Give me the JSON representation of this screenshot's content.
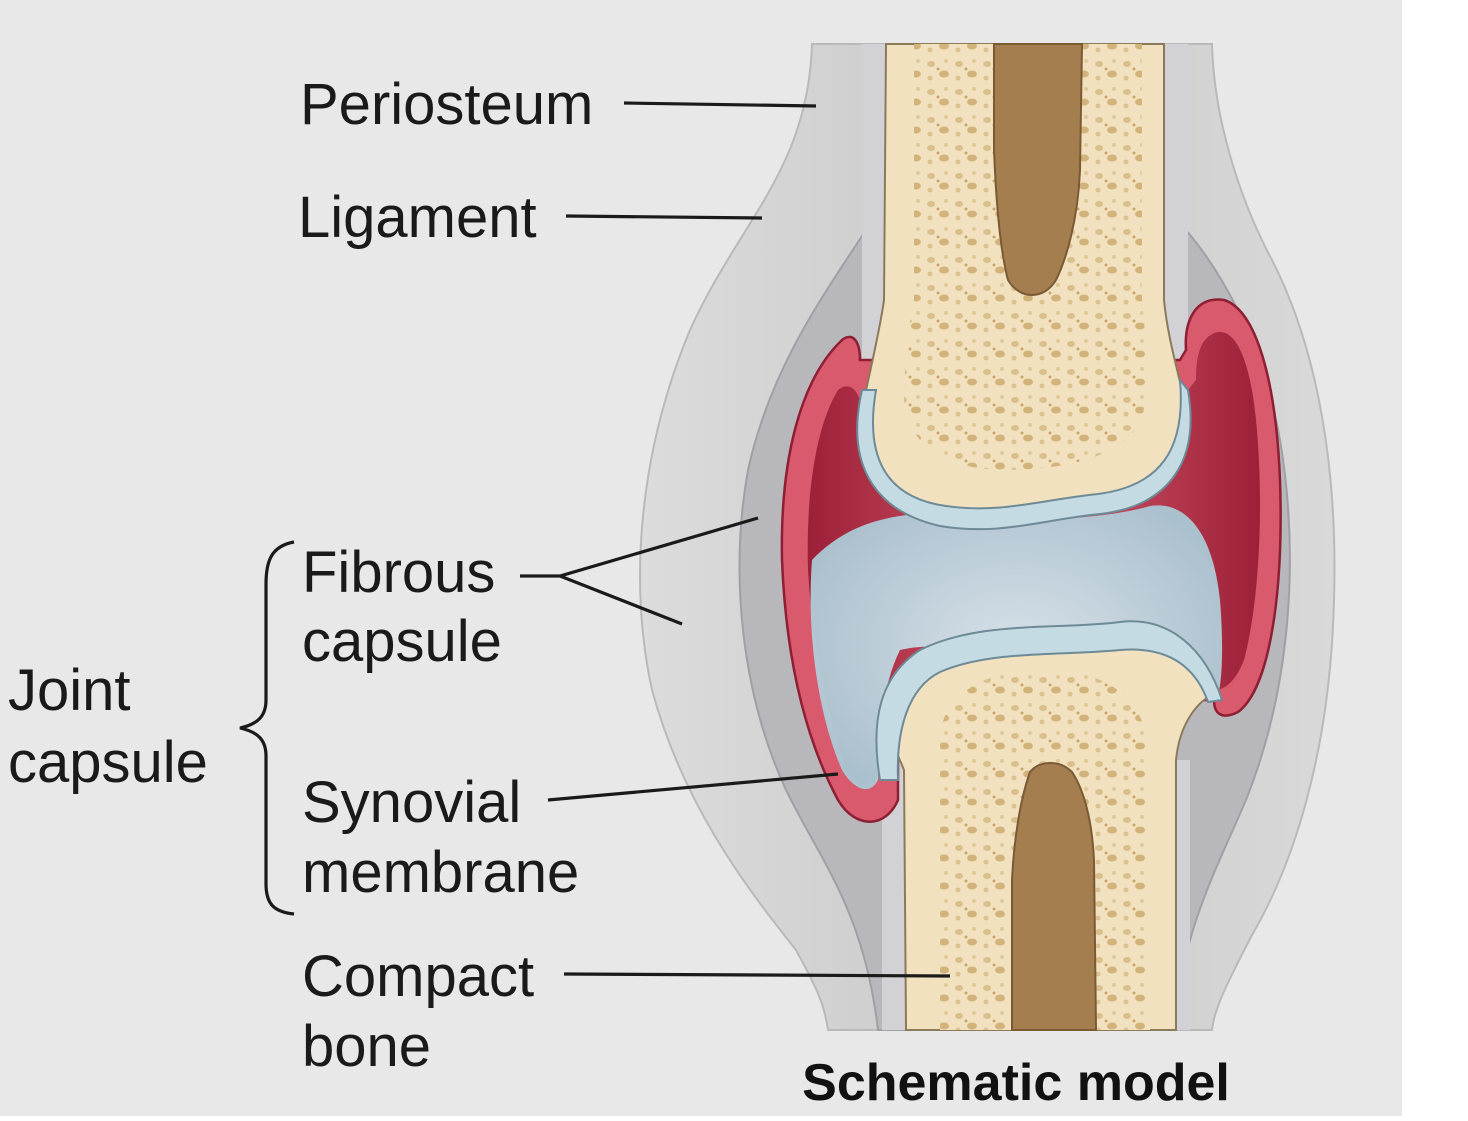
{
  "labels": {
    "periosteum": "Periosteum",
    "ligament": "Ligament",
    "fibrous_1": "Fibrous",
    "fibrous_2": "capsule",
    "joint_1": "Joint",
    "joint_2": "capsule",
    "synovial_1": "Synovial",
    "synovial_2": "membrane",
    "compact_1": "Compact",
    "compact_2": "bone"
  },
  "title": "Schematic model",
  "colors": {
    "background": "#e8e8e8",
    "bone": "#f1e1bf",
    "spongy_bone": "#d8bd88",
    "marrow_cavity": "#a57e50",
    "cartilage": "#c5dbe4",
    "synovial_membrane": "#d95a6e",
    "joint_cavity": "#b8324a",
    "ligament": "#cdcdcd",
    "fibrous_capsule": "#b3b3b8"
  }
}
